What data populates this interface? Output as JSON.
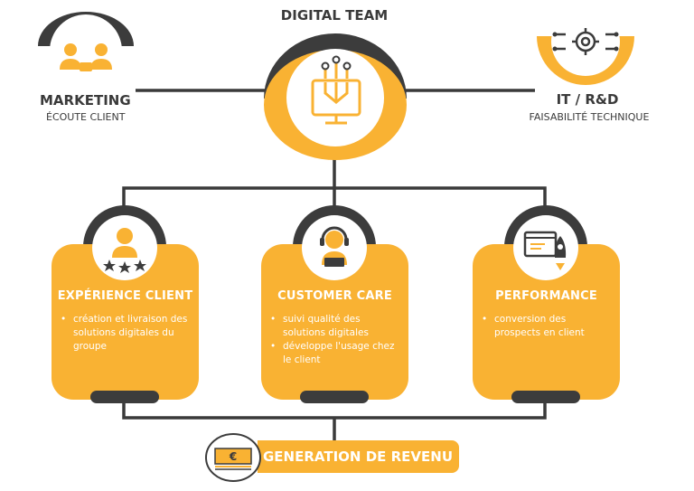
{
  "top": {
    "title": "DIGITAL TEAM"
  },
  "left_node": {
    "title": "MARKETING",
    "subtitle": "ÉCOUTE CLIENT"
  },
  "right_node": {
    "title": "IT / R&D",
    "subtitle": "FAISABILITÉ TECHNIQUE"
  },
  "cards": [
    {
      "title": "EXPÉRIENCE CLIENT",
      "bullets": [
        "création et livraison des solutions digitales du groupe"
      ]
    },
    {
      "title": "CUSTOMER CARE",
      "bullets": [
        "suivi qualité des solutions digitales",
        "développe l'usage chez le client"
      ]
    },
    {
      "title": "PERFORMANCE",
      "bullets": [
        "conversion des prospects en client"
      ]
    }
  ],
  "revenue": {
    "label": "GENERATION DE REVENU",
    "currency_symbol": "€"
  },
  "colors": {
    "accent": "#f9b233",
    "dark": "#3c3c3c"
  }
}
